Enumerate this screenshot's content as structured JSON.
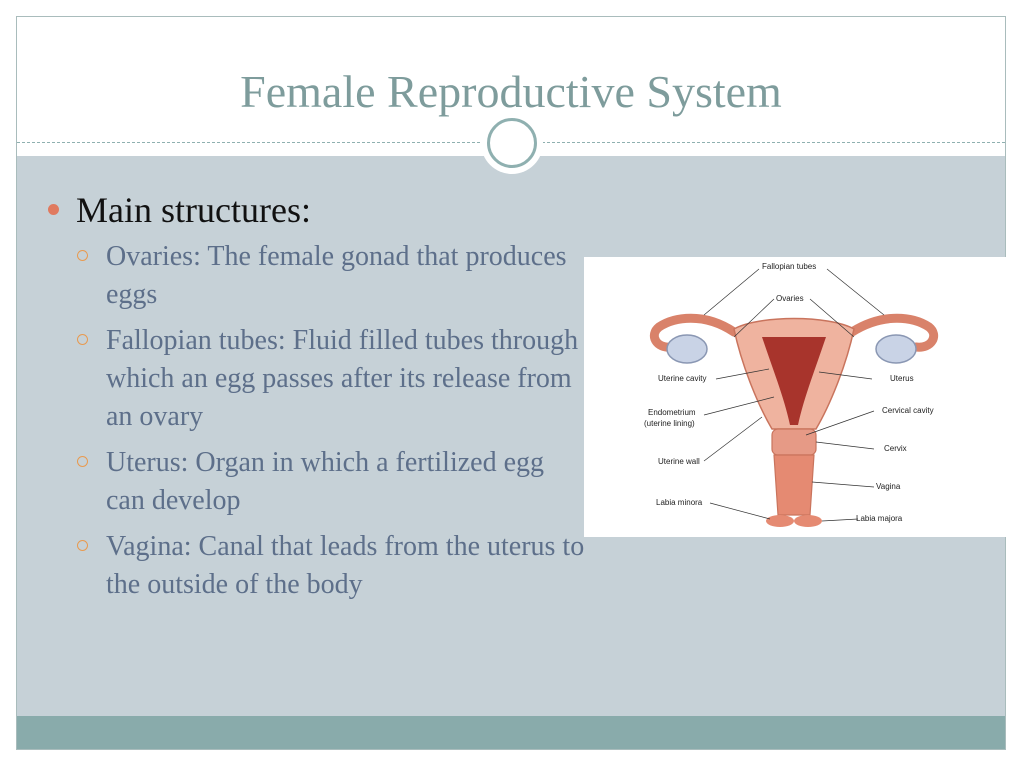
{
  "slide": {
    "title": "Female Reproductive System"
  },
  "bullets": {
    "main": "Main structures:",
    "items": [
      "Ovaries: The female gonad that produces eggs",
      "Fallopian tubes: Fluid filled tubes through which an egg passes after its release from an ovary",
      "Uterus: Organ in which a fertilized egg can develop",
      "Vagina: Canal that leads from the uterus to the outside of the body"
    ]
  },
  "figure": {
    "labels": {
      "fallopian_tubes": "Fallopian tubes",
      "ovaries": "Ovaries",
      "uterine_cavity": "Uterine cavity",
      "uterus": "Uterus",
      "endometrium": "Endometrium",
      "uterine_lining": "(uterine lining)",
      "cervical_cavity": "Cervical cavity",
      "cervix": "Cervix",
      "uterine_wall": "Uterine wall",
      "vagina": "Vagina",
      "labia_minora": "Labia minora",
      "labia_majora": "Labia majora"
    }
  },
  "colors": {
    "title": "#7e9c9c",
    "content_bg": "#c6d1d7",
    "footer": "#89abab",
    "bullet": "#e07a5f",
    "subtext": "#5d6f8a"
  }
}
